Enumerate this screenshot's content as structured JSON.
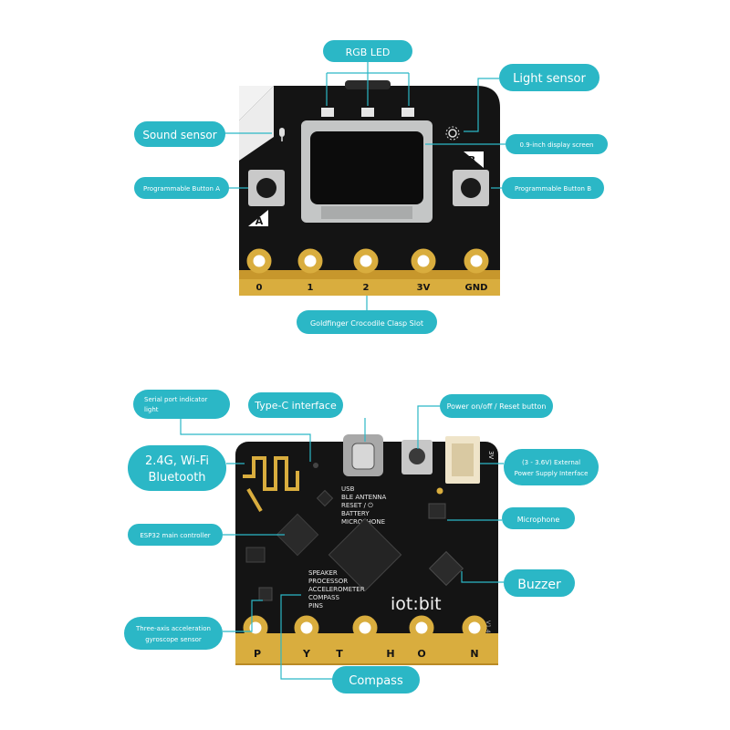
{
  "colors": {
    "callout": "#2bb7c6",
    "leader": "#2bb7c6",
    "board": "#141414",
    "gold": "#d9ad3e",
    "oled": "#c4c6c6",
    "screen": "#0c0c0c"
  },
  "top_board": {
    "pins": [
      "0",
      "1",
      "2",
      "3V",
      "GND"
    ],
    "button_a": "A",
    "button_b": "B"
  },
  "bottom_board": {
    "silkscreen": [
      "USB",
      "BLE ANTENNA",
      "RESET / ⏻",
      "BATTERY",
      "MICROPHONE"
    ],
    "silkscreen2": [
      "SPEAKER",
      "PROCESSOR",
      "ACCELEROMETER",
      "COMPASS",
      "PINS"
    ],
    "brand": "iot:bit",
    "connector_label": "3V",
    "pins": [
      "P",
      "Y",
      "T",
      "H",
      "O",
      "N"
    ],
    "version": "V1.4"
  },
  "callouts": {
    "rgb_led": "RGB LED",
    "light_sensor": "Light sensor",
    "sound_sensor": "Sound sensor",
    "display": "0.9-inch display screen",
    "button_a": "Programmable Button A",
    "button_b": "Programmable Button B",
    "goldfinger": "Goldfinger Crocodile Clasp Slot",
    "serial_line1": "Serial port indicator",
    "serial_line2": "light",
    "typec": "Type-C interface",
    "power": "Power on/off / Reset button",
    "wifi_line1": "2.4G, Wi-Fi",
    "wifi_line2": "Bluetooth",
    "external_line1": "(3 - 3.6V) External",
    "external_line2": "Power Supply Interface",
    "esp32": "ESP32 main controller",
    "microphone": "Microphone",
    "buzzer": "Buzzer",
    "imu_line1": "Three-axis acceleration",
    "imu_line2": "gyroscope sensor",
    "compass": "Compass"
  }
}
